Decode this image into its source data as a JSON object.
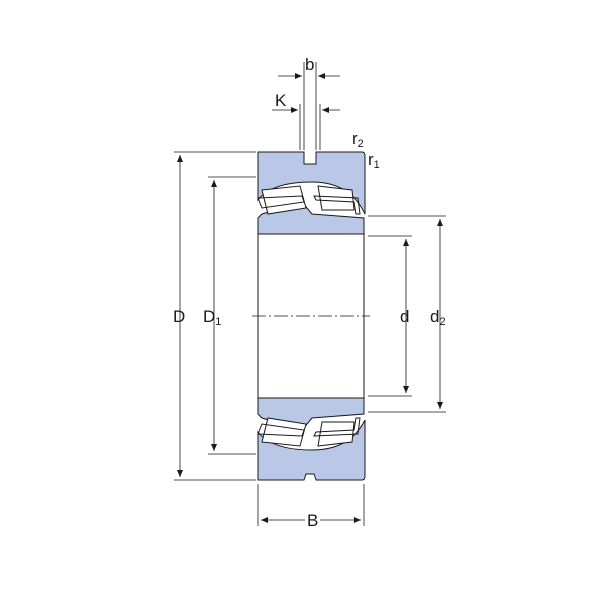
{
  "diagram": {
    "colors": {
      "ring_fill": "#b8c8e6",
      "line": "#1a1a1a",
      "background": "#ffffff"
    },
    "labels": {
      "outer_diameter": "D",
      "outer_ring_shoulder": {
        "base": "D",
        "sub": "1"
      },
      "bore": "d",
      "inner_ring_shoulder": {
        "base": "d",
        "sub": "2"
      },
      "width": "B",
      "groove_width": "b",
      "hole_diameter": "K",
      "chamfer_outer": {
        "base": "r",
        "sub": "2"
      },
      "chamfer_inner": {
        "base": "r",
        "sub": "1"
      }
    }
  }
}
